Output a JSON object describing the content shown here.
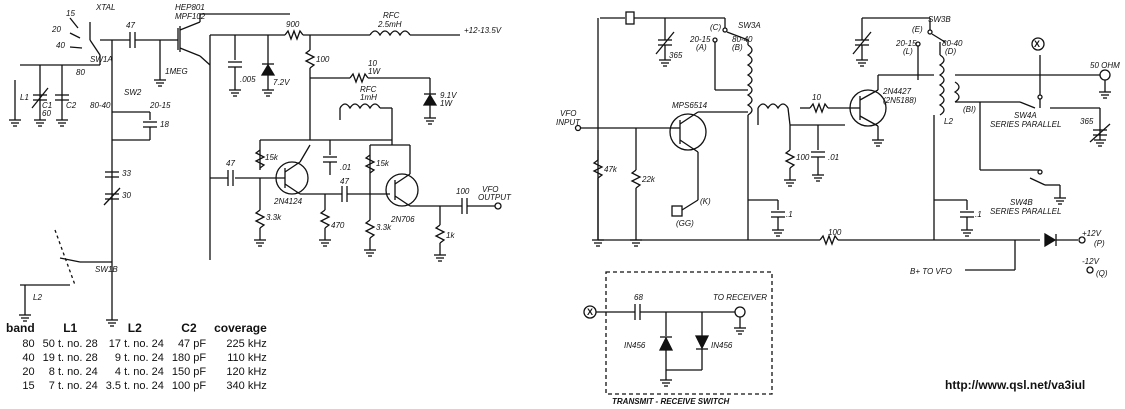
{
  "vfo": {
    "xtal": "XTAL",
    "freqs": [
      "15",
      "20",
      "40",
      "80"
    ],
    "sw1a": "SW1A",
    "sw1b": "SW1B",
    "sw2": "SW2",
    "sw2_pos_a": "80-40",
    "sw2_pos_b": "20-15",
    "l1": "L1",
    "l2": "L2",
    "c1": "C1",
    "c1_val": "60",
    "c2": "C2",
    "c_47a": "47",
    "c_18": "18",
    "c_33": "33",
    "c_30": "30",
    "fet_a": "HEP801",
    "fet_b": "MPF102",
    "r_1meg": "1MEG",
    "c_005": ".005",
    "zener_72": "7.2V",
    "r_900": "900",
    "rfc1_a": "RFC",
    "rfc1_b": "2.5mH",
    "supply": "+12-13.5V",
    "r_100": "100",
    "r_10w_a": "10",
    "r_10w_b": "1W",
    "zener_91_a": "9.1V",
    "zener_91_b": "1W",
    "rfc2_a": "RFC",
    "rfc2_b": "1mH",
    "r_15k_a": "15k",
    "r_15k_b": "15k",
    "c_01a": ".01",
    "c_47b": "47",
    "c_47c": "47",
    "q2": "2N4124",
    "q3": "2N706",
    "r_33k_a": "3.3k",
    "r_33k_b": "3.3k",
    "r_470": "470",
    "r_1k": "1k",
    "c_100": "100",
    "out_a": "VFO",
    "out_b": "OUTPUT"
  },
  "coil_table": {
    "headers": [
      "band",
      "L1",
      "L2",
      "C2",
      "coverage"
    ],
    "rows": [
      [
        "80",
        "50 t. no. 28",
        "17 t. no. 24",
        "47 pF",
        "225 kHz"
      ],
      [
        "40",
        "19 t. no. 28",
        "9 t. no. 24",
        "180 pF",
        "110 kHz"
      ],
      [
        "20",
        "8 t. no. 24",
        "4 t. no. 24",
        "150 pF",
        "120 kHz"
      ],
      [
        "15",
        "7 t. no. 24",
        "3.5 t. no. 24",
        "100 pF",
        "340 kHz"
      ]
    ]
  },
  "amp": {
    "c_365a": "365",
    "sw3a": "SW3A",
    "pos_c": "(C)",
    "pos_a": "(A)",
    "pos_b": "(B)",
    "band_a": "20-15",
    "band_b": "80-40",
    "sw3b": "SW3B",
    "pos_e": "(E)",
    "pos_l": "(L)",
    "pos_d": "(D)",
    "band_c": "20-15",
    "band_d": "80-40",
    "x_mark": "X",
    "ohm50": "50 OHM",
    "vfo_in_a": "VFO",
    "vfo_in_b": "INPUT",
    "r_47k": "47k",
    "q4": "MPS6514",
    "r_22k": "22k",
    "r_10": "10",
    "q5_a": "2N4427",
    "q5_b": "(2N5188)",
    "r_100b": "100",
    "c_01b": ".01",
    "l2b": "L2",
    "bi": "(BI)",
    "sw4a": "SW4A",
    "sw4a_lbl": "SERIES PARALLEL",
    "c_365b": "365",
    "k": "(K)",
    "gg": "(GG)",
    "c_1a": ".1",
    "c_1b": ".1",
    "sw4b": "SW4B",
    "sw4b_lbl": "SERIES PARALLEL",
    "r_100c": "100",
    "plus12": "+12V",
    "p": "(P)",
    "bplus": "B+ TO VFO",
    "minus12": "-12V",
    "q": "(Q)"
  },
  "trsw": {
    "x_mark": "X",
    "c_68": "68",
    "to_rx": "TO RECEIVER",
    "d1": "IN456",
    "d2": "IN456",
    "caption": "TRANSMIT - RECEIVE SWITCH"
  },
  "url": "http://www.qsl.net/va3iul"
}
